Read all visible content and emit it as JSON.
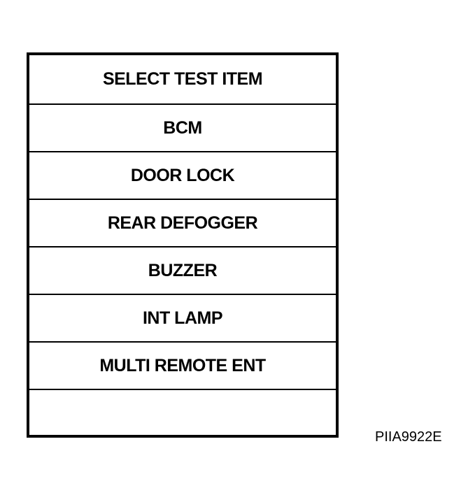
{
  "menu": {
    "title": "SELECT TEST ITEM",
    "items": [
      {
        "label": "BCM"
      },
      {
        "label": "DOOR LOCK"
      },
      {
        "label": "REAR DEFOGGER"
      },
      {
        "label": "BUZZER"
      },
      {
        "label": "INT LAMP"
      },
      {
        "label": "MULTI REMOTE ENT"
      },
      {
        "label": ""
      }
    ]
  },
  "figure_id": "PIIA9922E",
  "colors": {
    "border": "#000000",
    "background": "#ffffff",
    "text": "#000000"
  }
}
